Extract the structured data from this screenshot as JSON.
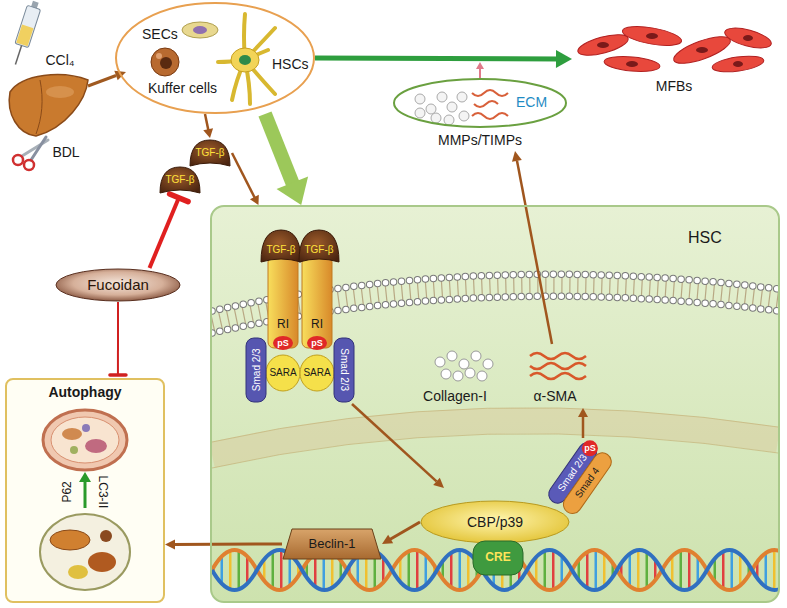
{
  "diagram": {
    "nodes": [
      {
        "text": [
          "SECs",
          "Kuffer cells",
          "HSCs"
        ]
      },
      {
        "text": [
          "MFBs"
        ]
      },
      {
        "text": [
          "ECM",
          "MMPs/TIMPs"
        ]
      },
      {
        "text": [
          "TGF-β"
        ]
      },
      {
        "text": [
          "TGF-β"
        ]
      },
      {
        "text": [
          "HSC"
        ]
      },
      {
        "text": [
          "Fucoidan"
        ]
      },
      {
        "text": [
          "CBP/p39"
        ],
        "in": 5
      },
      {
        "text": [
          "CRE"
        ],
        "in": 5
      },
      {
        "text": [
          "Beclin-1"
        ],
        "in": 5
      },
      {
        "text": [
          "Autophagy"
        ]
      }
    ],
    "edges": [
      {
        "from": 0,
        "to": 1,
        "arrow": "to"
      },
      {
        "from": 0,
        "to": 3,
        "arrow": "to"
      },
      {
        "from": 0,
        "to": 5,
        "arrow": "to"
      },
      {
        "from": 3,
        "to": 5,
        "arrow": "to"
      },
      {
        "from": 6,
        "to": 4,
        "arrow": "to"
      },
      {
        "from": 6,
        "to": 10,
        "arrow": "to"
      },
      {
        "from": 7,
        "to": 9,
        "arrow": "to"
      },
      {
        "from": 9,
        "to": 10,
        "arrow": "to"
      }
    ],
    "labels": [
      "CCl₄",
      "BDL",
      "TGF-β",
      "TGF-β",
      "RI",
      "RI",
      "pS",
      "pS",
      "SARA",
      "SARA",
      "Smad 2/3",
      "Smad 2/3",
      "Collagen-I",
      "α-SMA",
      "Smad 2/3",
      "Smad 4",
      "pS",
      "P62",
      "LC3-II"
    ]
  }
}
